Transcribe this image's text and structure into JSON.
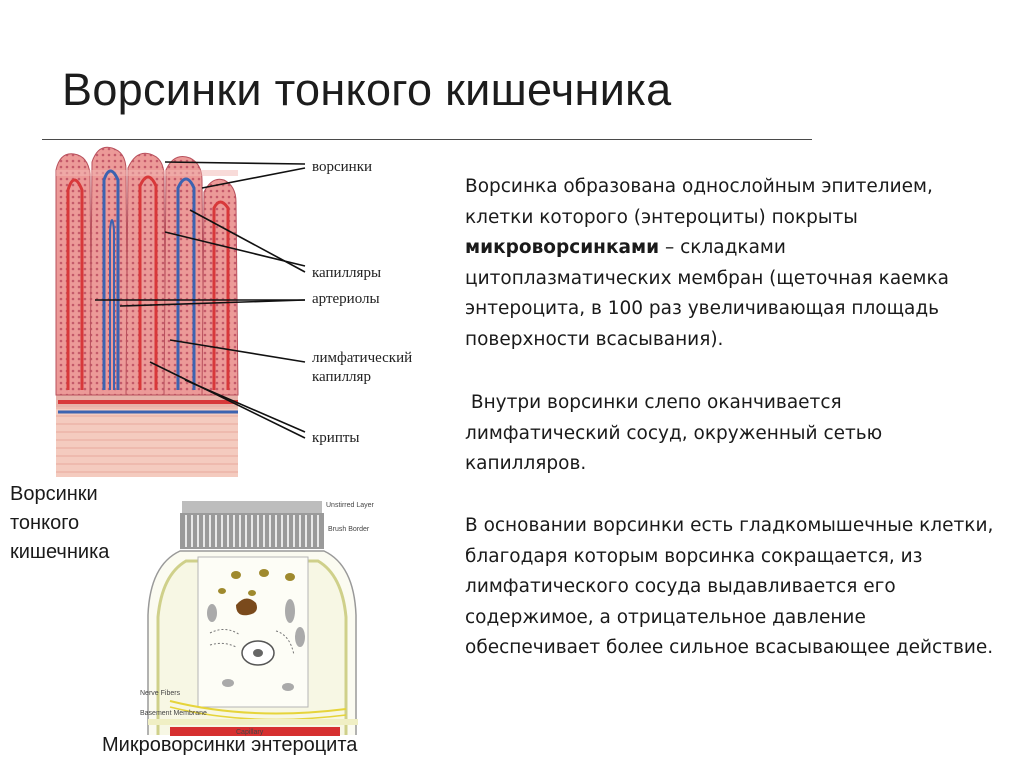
{
  "title": "Ворсинки тонкого кишечника",
  "villi_figure": {
    "labels": {
      "villi": "ворсинки",
      "capillaries": "капилляры",
      "arterioles": "артериолы",
      "lymph_1": "лимфатический",
      "lymph_2": "капилляр",
      "crypts": "крипты"
    },
    "colors": {
      "tissue": "#e98f8e",
      "artery": "#d8383a",
      "vein": "#3d63b0",
      "base": "#f2c3b7"
    }
  },
  "enterocyte_figure": {
    "labels": {
      "unstirred": "Unstirred Layer",
      "brush": "Brush Border",
      "nerve": "Nerve Fibers",
      "basement": "Basement Membrane",
      "capillary": "Capillary"
    }
  },
  "captions": {
    "left_1": "Ворсинки",
    "left_2": "тонкого",
    "left_3": "кишечника",
    "bottom": "Микроворсинки энтероцита"
  },
  "paragraphs": {
    "p1_a": "Ворсинка образована однослойным эпителием, клетки которого (энтероциты) покрыты ",
    "p1_bold": "микроворсинками",
    "p1_b": " – складками цитоплазматических мембран (щеточная каемка энтероцита, в 100 раз увеличивающая площадь поверхности всасывания).",
    "p2": " Внутри ворсинки слепо оканчивается лимфатический сосуд, окруженный сетью капилляров.",
    "p3": "В основании ворсинки есть гладкомышечные клетки, благодаря которым ворсинка сокращается, из лимфатического сосуда выдавливается его содержимое, а отрицательное давление обеспечивает более сильное всасывающее действие."
  }
}
